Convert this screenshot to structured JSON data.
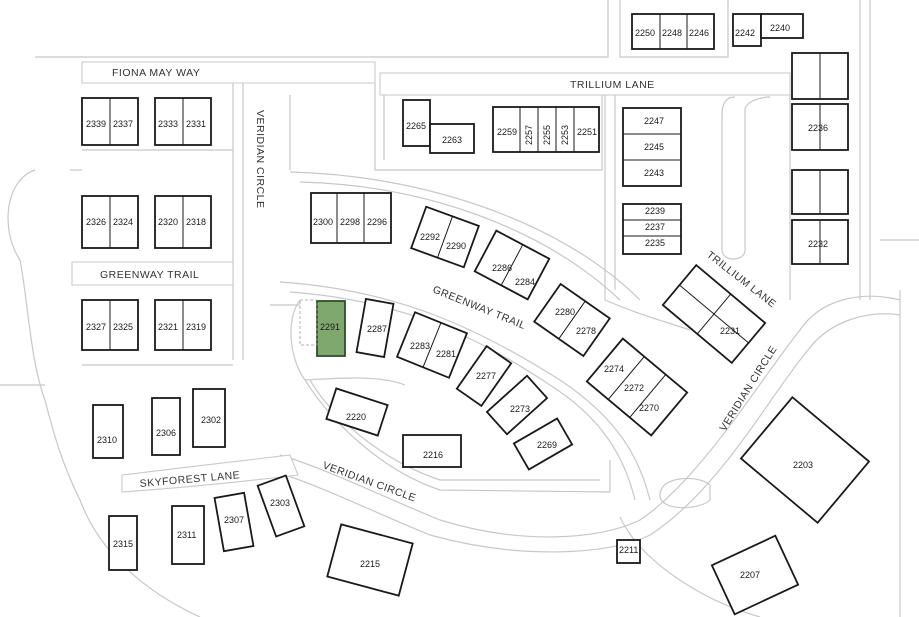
{
  "streets": {
    "fiona_may_way": "FIONA MAY WAY",
    "trillium_lane_top": "TRILLIUM LANE",
    "trillium_lane_right": "TRILLIUM LANE",
    "veridian_circle_left": "VERIDIAN CIRCLE",
    "veridian_circle_bottom": "VERIDIAN CIRCLE",
    "veridian_circle_right": "VERIDIAN CIRCLE",
    "greenway_trail_left": "GREENWAY TRAIL",
    "greenway_trail_center": "GREENWAY TRAIL",
    "skyforest_lane": "SKYFOREST LANE"
  },
  "lots": {
    "l2250": "2250",
    "l2248": "2248",
    "l2246": "2246",
    "l2242": "2242",
    "l2240": "2240",
    "l2339": "2339",
    "l2337": "2337",
    "l2333": "2333",
    "l2331": "2331",
    "l2265": "2265",
    "l2263": "2263",
    "l2259": "2259",
    "l2257": "2257",
    "l2255": "2255",
    "l2253": "2253",
    "l2251": "2251",
    "l2247": "2247",
    "l2245": "2245",
    "l2243": "2243",
    "l2236": "2236",
    "l2326": "2326",
    "l2324": "2324",
    "l2320": "2320",
    "l2318": "2318",
    "l2300": "2300",
    "l2298": "2298",
    "l2296": "2296",
    "l2292": "2292",
    "l2290": "2290",
    "l2239": "2239",
    "l2237": "2237",
    "l2235": "2235",
    "l2232": "2232",
    "l2286": "2286",
    "l2284": "2284",
    "l2327": "2327",
    "l2325": "2325",
    "l2321": "2321",
    "l2319": "2319",
    "l2291": "2291",
    "l2287": "2287",
    "l2280": "2280",
    "l2278": "2278",
    "l2283": "2283",
    "l2281": "2281",
    "l2231": "2231",
    "l2274": "2274",
    "l2272": "2272",
    "l2270": "2270",
    "l2277": "2277",
    "l2273": "2273",
    "l2269": "2269",
    "l2310": "2310",
    "l2306": "2306",
    "l2302": "2302",
    "l2220": "2220",
    "l2216": "2216",
    "l2203": "2203",
    "l2315": "2315",
    "l2311": "2311",
    "l2307": "2307",
    "l2303": "2303",
    "l2215": "2215",
    "l2211": "2211",
    "l2207": "2207"
  },
  "colors": {
    "highlight": "#7fa86e",
    "building_outline": "#1a1a1a",
    "road_outline": "#c8c8c8"
  }
}
